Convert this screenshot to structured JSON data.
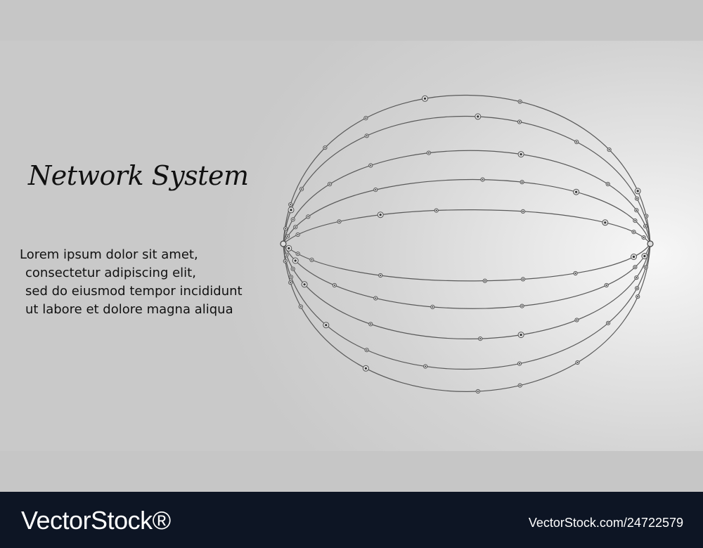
{
  "title": "Network System",
  "body_lines": [
    "Lorem ipsum dolor sit amet,",
    "consectetur adipiscing elit,",
    "sed do eiusmod tempor incididunt",
    "ut labore et dolore magna aliqua"
  ],
  "footer": {
    "brand": "VectorStock®",
    "image_id": "VectorStock.com/24722579"
  },
  "colors": {
    "background": "#c6c6c6",
    "highlight": "#f7f7f7",
    "line": "#555555",
    "footer": "#0d1524"
  }
}
